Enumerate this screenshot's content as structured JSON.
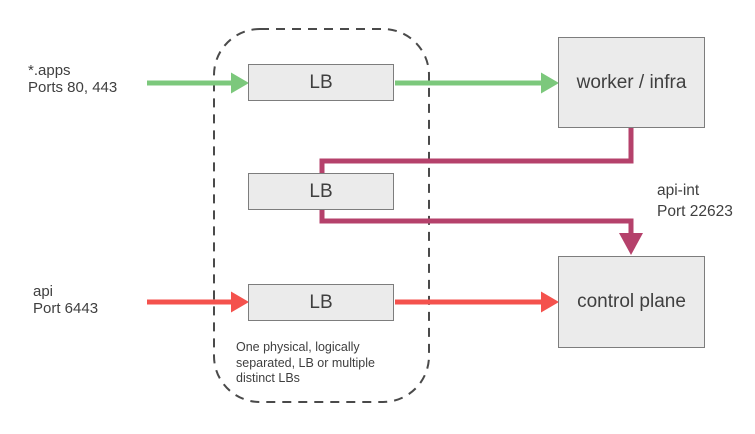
{
  "diagram": {
    "inputs": {
      "apps": {
        "line1": "*.apps",
        "line2": "Ports 80, 443"
      },
      "api": {
        "line1": "api",
        "line2": "Port 6443"
      }
    },
    "internal_label": {
      "line1": "api-int",
      "line2": "Port 22623"
    },
    "load_balancers": [
      {
        "label": "LB"
      },
      {
        "label": "LB"
      },
      {
        "label": "LB"
      }
    ],
    "nodes": {
      "worker": "worker / infra",
      "control_plane": "control plane"
    },
    "note_lines": [
      "One physical, logically",
      "separated, LB or multiple",
      "distinct LBs"
    ]
  },
  "colors": {
    "green": "#7cc87c",
    "red": "#f4524d",
    "maroon": "#b5416b",
    "box_fill": "#ebebeb",
    "box_border": "#7d7d7d",
    "dash_border": "#4a4a4a",
    "text": "#3f3f3f"
  }
}
